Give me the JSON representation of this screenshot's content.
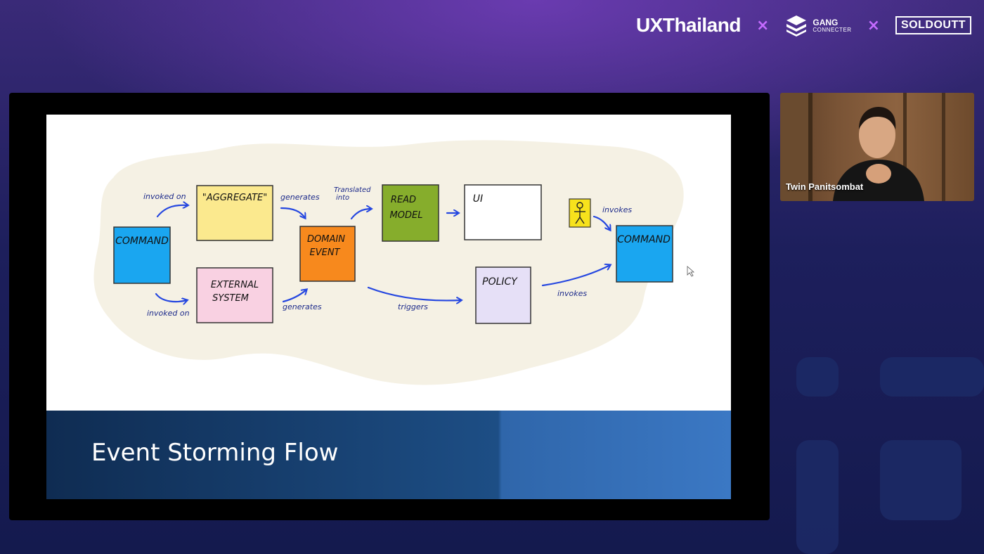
{
  "sponsors": {
    "ux_thailand": "UXThailand",
    "separator": "×",
    "gang_line1": "GANG",
    "gang_line2": "CONNECTER",
    "soldoutt": "SOLDOUTT"
  },
  "slide": {
    "title": "Event Storming Flow",
    "stickies": {
      "command_left": "COMMAND",
      "aggregate": "\"AGGREGATE\"",
      "external_system_1": "EXTERNAL",
      "external_system_2": "SYSTEM",
      "domain_event_1": "DOMAIN",
      "domain_event_2": "EVENT",
      "read_model_1": "READ",
      "read_model_2": "MODEL",
      "ui": "UI",
      "policy": "POLICY",
      "command_right": "COMMAND"
    },
    "arrow_labels": {
      "invoked_on_top": "invoked on",
      "invoked_on_bottom": "invoked on",
      "generates_top": "generates",
      "generates_bottom": "generates",
      "translated_1": "Translated",
      "translated_2": "into",
      "triggers": "triggers",
      "invokes_actor": "invokes",
      "invokes_policy": "invokes"
    }
  },
  "participant": {
    "name": "Twin Panitsombat"
  },
  "colors": {
    "command": "#1aa6f0",
    "aggregate": "#fbe98e",
    "external_system": "#f9d1e2",
    "domain_event": "#f7891d",
    "read_model": "#86ad2c",
    "ui": "#ffffff",
    "policy": "#e6e0f7",
    "actor": "#f7e21c",
    "arrow": "#2547e0",
    "cloud": "#f5f1e4"
  }
}
